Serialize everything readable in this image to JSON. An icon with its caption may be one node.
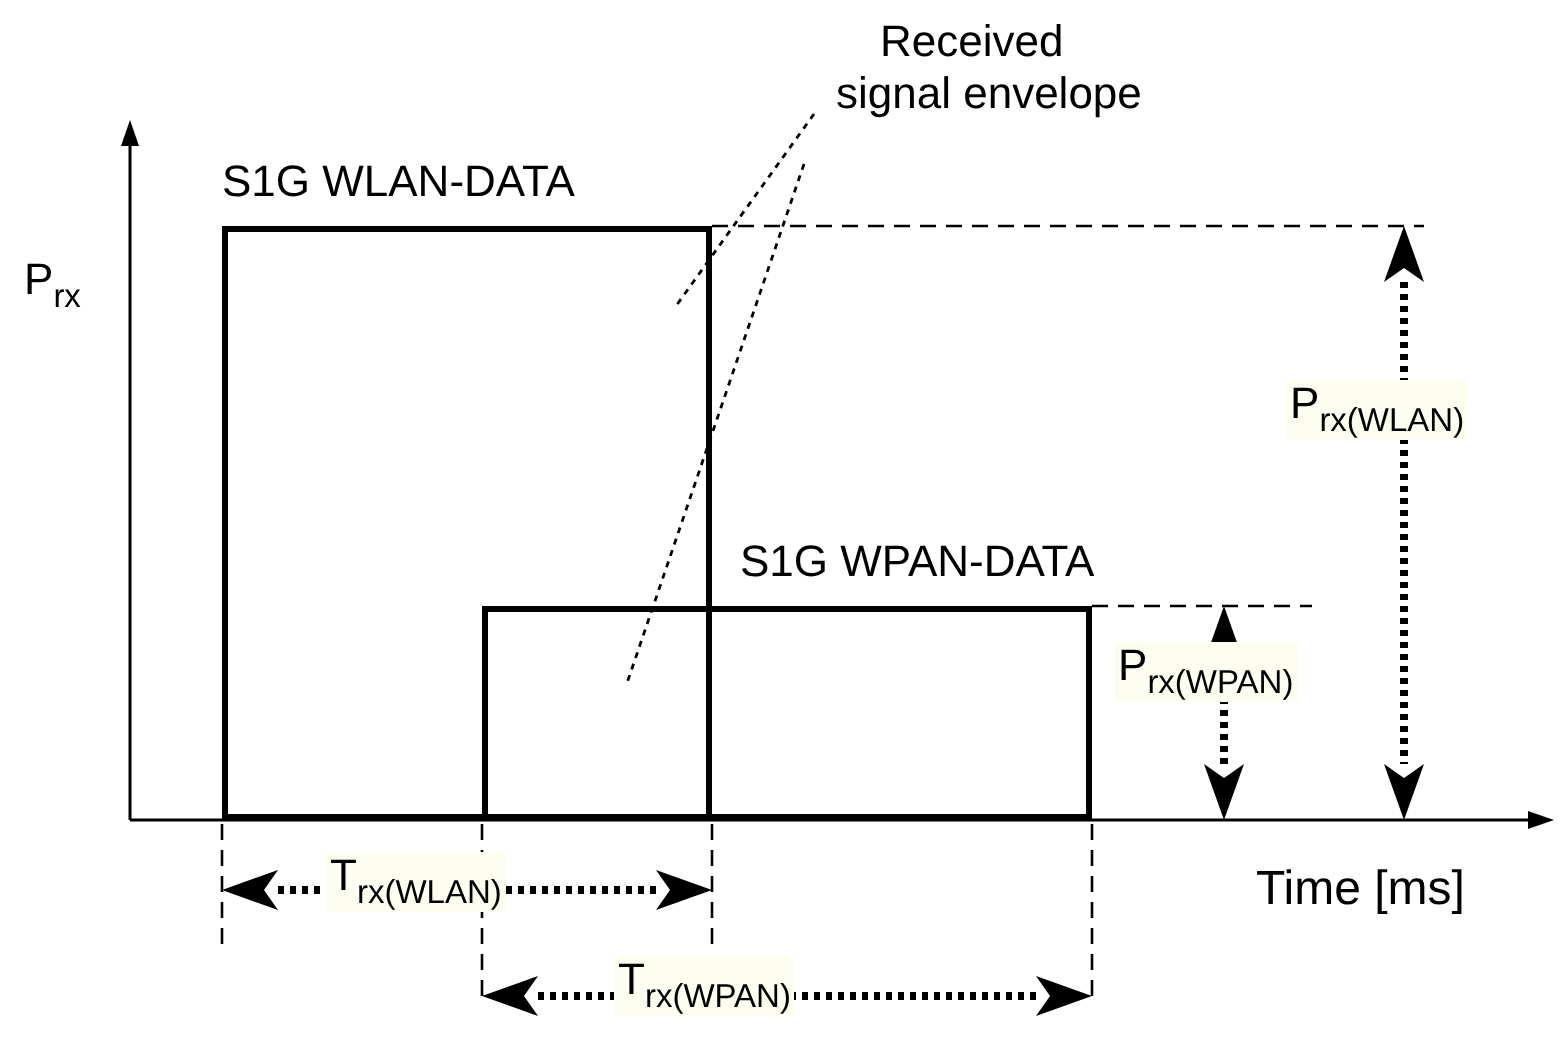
{
  "diagram": {
    "nodes": [
      {
        "text": [
          "S1G WLAN-DATA"
        ]
      },
      {
        "text": [
          "S1G WPAN-DATA"
        ]
      },
      {
        "text": [
          "Received signal envelope"
        ]
      }
    ],
    "edges": [
      {
        "from": 2,
        "to": 0,
        "arrow": "none",
        "style": "dashed"
      },
      {
        "from": 2,
        "to": 1,
        "arrow": "none",
        "style": "dashed"
      }
    ],
    "labels": [
      "P$_{rx}$",
      "P$_{rx(WLAN)}$",
      "P$_{rx(WPAN)}$",
      "T$_{rx(WLAN)}$",
      "Time [ms]",
      "T$_{rx(WPAN)}$"
    ]
  }
}
